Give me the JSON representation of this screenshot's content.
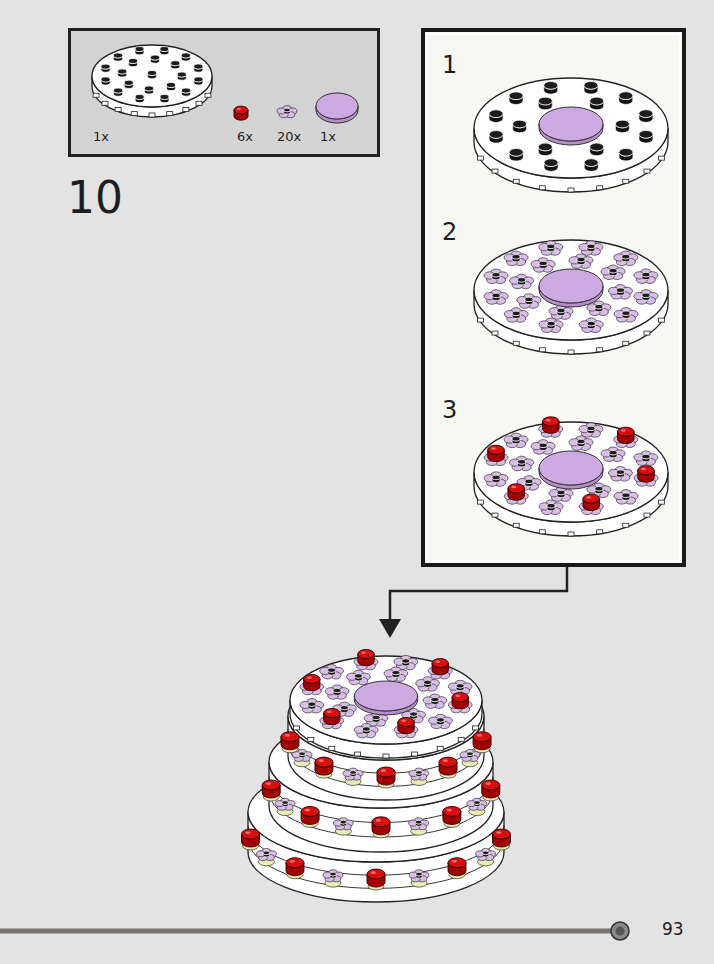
{
  "diagram": {
    "nodes": [
      {
        "text": [
          "1x",
          "6x",
          "20x",
          "1x"
        ]
      },
      {
        "text": [
          "1",
          "2",
          "3"
        ]
      }
    ],
    "labels": [
      "10",
      "93"
    ]
  }
}
